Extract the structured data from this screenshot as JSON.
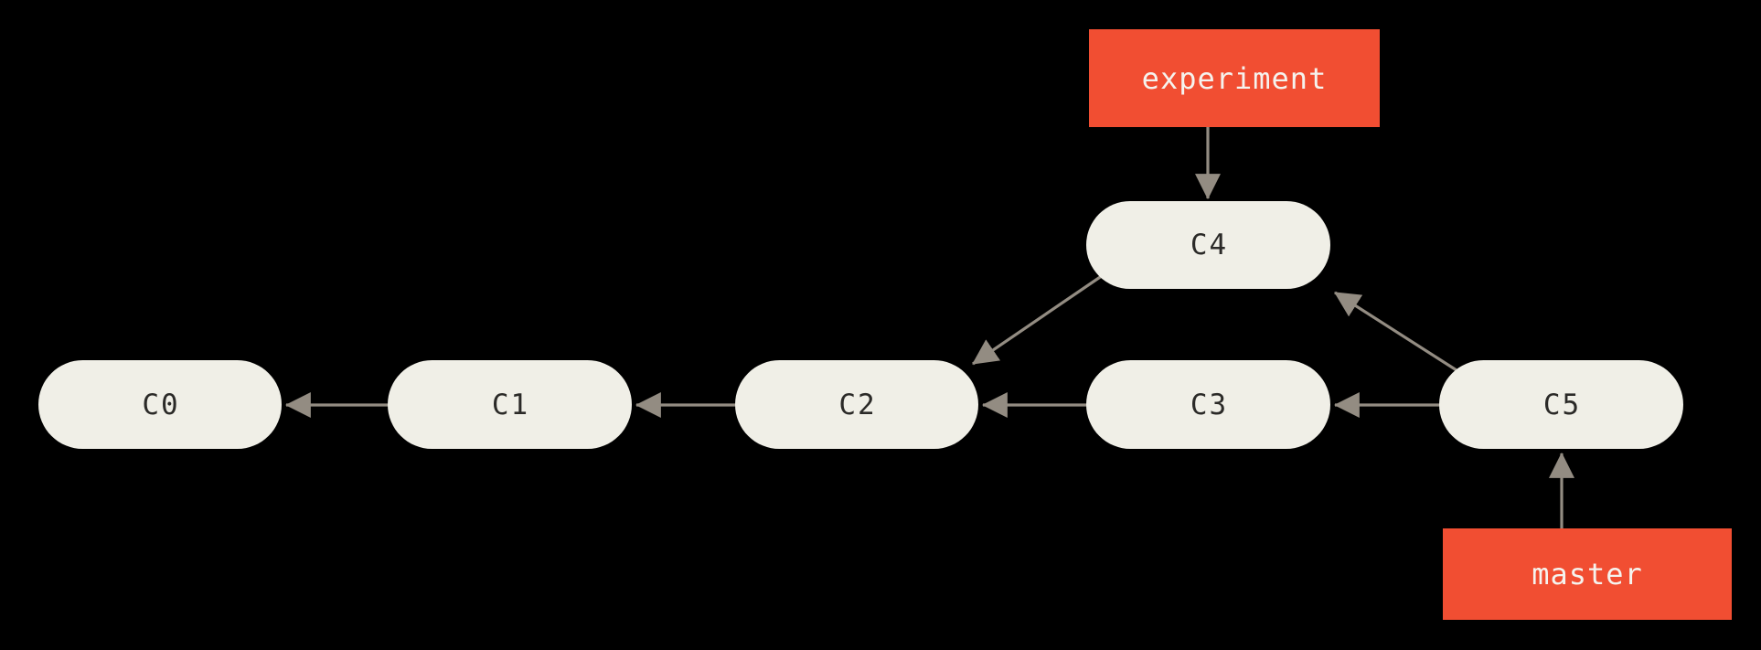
{
  "colors": {
    "background": "#000000",
    "node_fill": "#f0efe7",
    "node_text": "#2b2a28",
    "label_bg": "#f14e32",
    "label_text": "#f5f3ee",
    "arrow": "#938c82"
  },
  "commits": [
    {
      "id": "c0",
      "label": "C0"
    },
    {
      "id": "c1",
      "label": "C1"
    },
    {
      "id": "c2",
      "label": "C2"
    },
    {
      "id": "c3",
      "label": "C3"
    },
    {
      "id": "c4",
      "label": "C4"
    },
    {
      "id": "c5",
      "label": "C5"
    }
  ],
  "branch_labels": [
    {
      "id": "experiment",
      "label": "experiment",
      "points_to": "C4"
    },
    {
      "id": "master",
      "label": "master",
      "points_to": "C5"
    }
  ],
  "edges": [
    {
      "from": "C1",
      "to": "C0"
    },
    {
      "from": "C2",
      "to": "C1"
    },
    {
      "from": "C3",
      "to": "C2"
    },
    {
      "from": "C4",
      "to": "C2"
    },
    {
      "from": "C5",
      "to": "C3"
    },
    {
      "from": "C5",
      "to": "C4"
    },
    {
      "from": "experiment",
      "to": "C4"
    },
    {
      "from": "master",
      "to": "C5"
    }
  ]
}
